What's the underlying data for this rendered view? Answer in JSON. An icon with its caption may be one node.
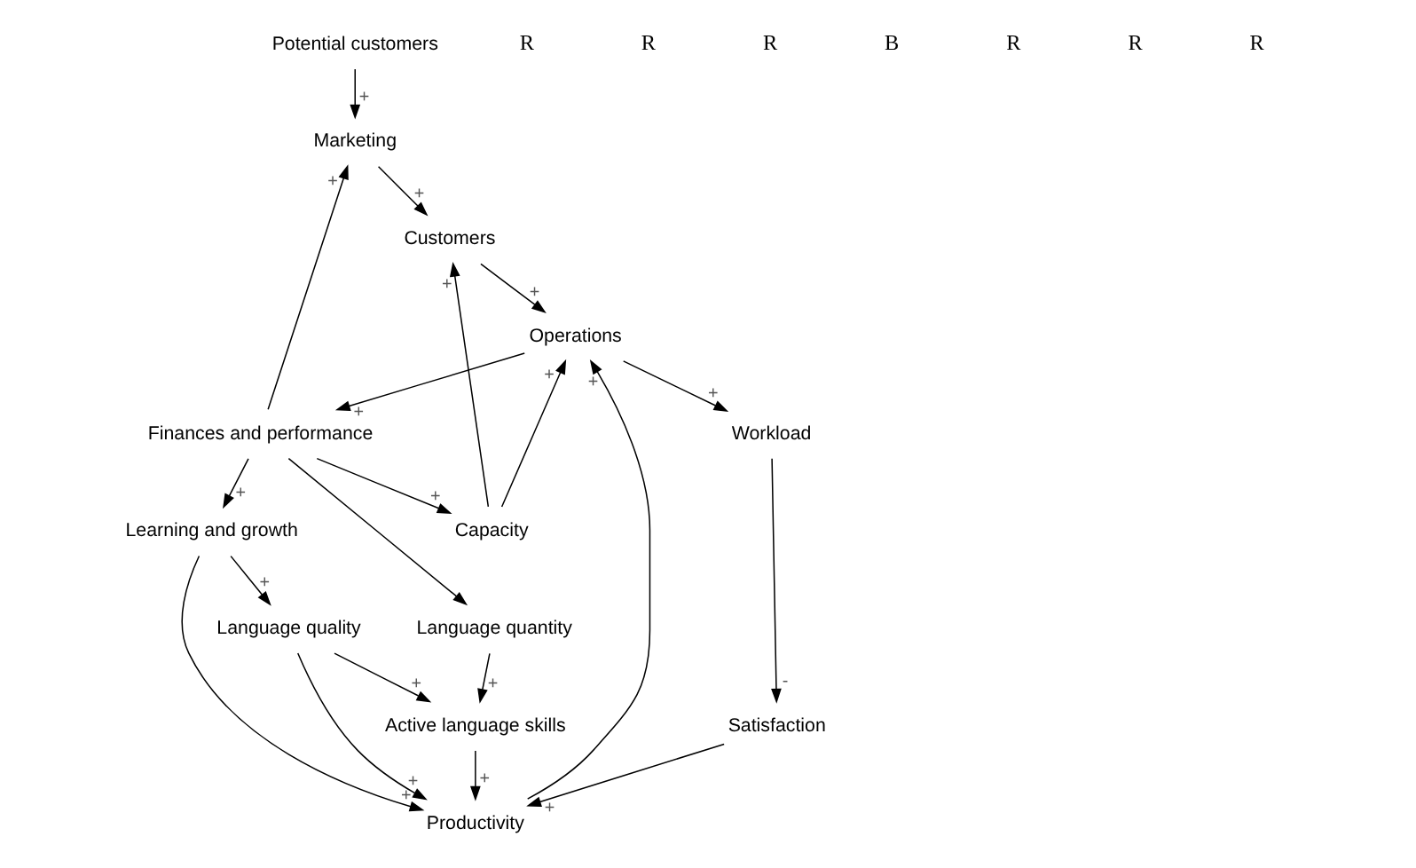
{
  "diagram": {
    "nodes": [
      {
        "text": [
          "Potential customers"
        ]
      },
      {
        "text": [
          "Learning and growth"
        ]
      },
      {
        "text": [
          "Productivity"
        ]
      },
      {
        "text": [
          "Language quality"
        ]
      },
      {
        "text": [
          "Active language skills"
        ]
      },
      {
        "text": [
          "Satisfaction"
        ]
      },
      {
        "text": [
          "Marketing"
        ]
      },
      {
        "text": [
          "Language quantity"
        ]
      },
      {
        "text": [
          "Finances and performance"
        ]
      },
      {
        "text": [
          "Workload"
        ]
      },
      {
        "text": [
          "Customers"
        ]
      },
      {
        "text": [
          "Capacity"
        ]
      },
      {
        "text": [
          "Operations"
        ]
      }
    ],
    "edges": [
      {
        "from": 0,
        "to": 6,
        "arrow": "to",
        "label": "+"
      },
      {
        "from": 8,
        "to": 6,
        "arrow": "to",
        "label": "+"
      },
      {
        "from": 6,
        "to": 10,
        "arrow": "to",
        "label": "+"
      },
      {
        "from": 8,
        "to": 1,
        "arrow": "to",
        "label": "+"
      },
      {
        "from": 1,
        "to": 2,
        "arrow": "to",
        "label": "+"
      },
      {
        "from": 1,
        "to": 3,
        "arrow": "to",
        "label": "+"
      },
      {
        "from": 3,
        "to": 2,
        "arrow": "to",
        "label": "+"
      },
      {
        "from": 3,
        "to": 4,
        "arrow": "to",
        "label": "+"
      },
      {
        "from": 8,
        "to": 7,
        "arrow": "to"
      },
      {
        "from": 7,
        "to": 4,
        "arrow": "to",
        "label": "+"
      },
      {
        "from": 4,
        "to": 2,
        "arrow": "to",
        "label": "+"
      },
      {
        "from": 5,
        "to": 2,
        "arrow": "to",
        "label": "+"
      },
      {
        "from": 9,
        "to": 5,
        "arrow": "to",
        "label": "-"
      },
      {
        "from": 12,
        "to": 9,
        "arrow": "to",
        "label": "+"
      },
      {
        "from": 2,
        "to": 12,
        "arrow": "to",
        "label": "+"
      },
      {
        "from": 12,
        "to": 8,
        "arrow": "to",
        "label": "+"
      },
      {
        "from": 8,
        "to": 11,
        "arrow": "to",
        "label": "+"
      },
      {
        "from": 11,
        "to": 12,
        "arrow": "to",
        "label": "+"
      },
      {
        "from": 11,
        "to": 10,
        "arrow": "to",
        "label": "+"
      },
      {
        "from": 10,
        "to": 12,
        "arrow": "to",
        "label": "+"
      }
    ],
    "labels": [
      "R",
      "R",
      "R",
      "B",
      "R",
      "R",
      "R"
    ]
  }
}
